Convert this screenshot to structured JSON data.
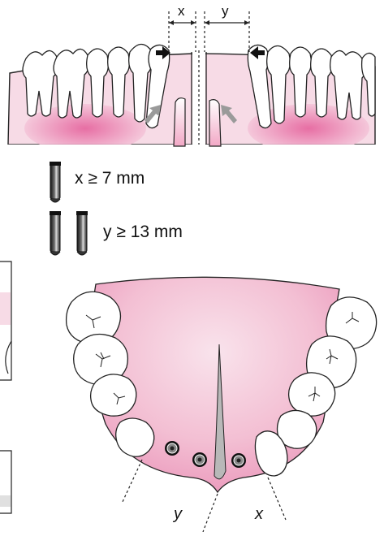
{
  "labels": {
    "top_x": "x",
    "top_y": "y",
    "rule_x": "x ≥ 7 mm",
    "rule_y": "y ≥ 13 mm",
    "bottom_y": "y",
    "bottom_x": "x"
  },
  "colors": {
    "gum_pink": "#f3c6d6",
    "gum_pink_deep": "#e76aa1",
    "tooth_white": "#ffffff",
    "outline": "#1a1a1a",
    "implant_dark": "#2a2a2a",
    "arrow_gray": "#9a9a9a"
  }
}
